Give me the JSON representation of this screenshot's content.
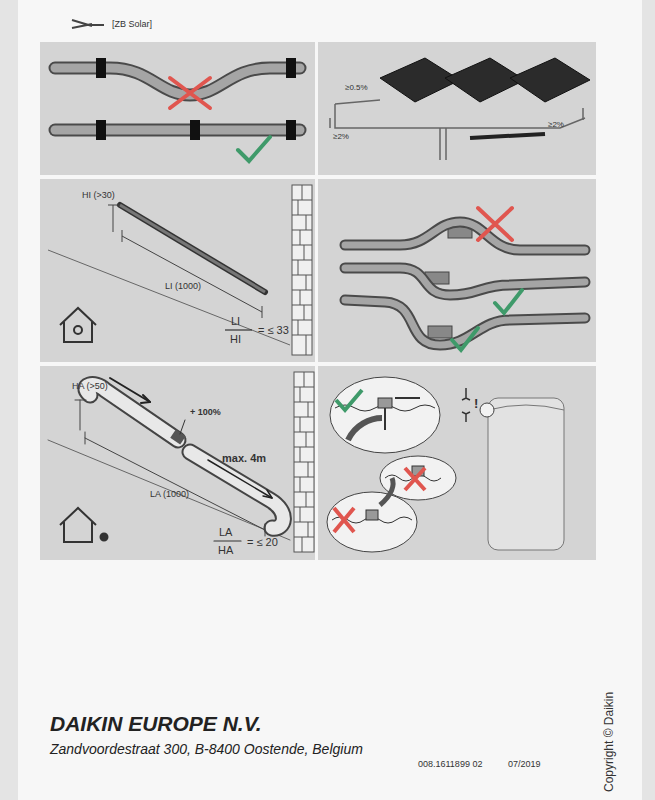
{
  "diagram": {
    "labels": [
      "[ZB Solar]",
      "≥0.5%",
      "≥2%",
      "≥2%",
      "HI (>30)",
      "LI (1000)",
      "LI",
      "HI",
      "= ≤ 33",
      "HA (>50)",
      "+ 100%",
      "max. 4m",
      "LA (1000)",
      "LA",
      "HA",
      "= ≤ 20",
      "!",
      "DAIKIN EUROPE N.V.",
      "Zandvoordestraat 300, B-8400 Oostende, Belgium",
      "008.1611899 02",
      "07/2019",
      "Copyright © Daikin"
    ]
  }
}
